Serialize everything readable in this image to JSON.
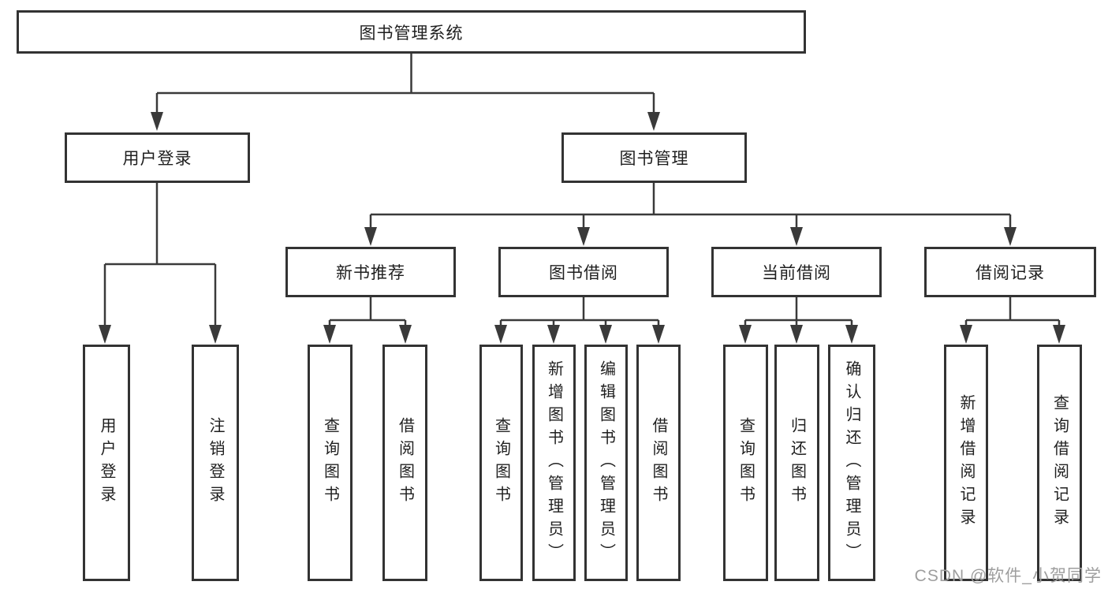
{
  "diagram": {
    "root": "图书管理系统",
    "level2": [
      {
        "label": "用户登录"
      },
      {
        "label": "图书管理"
      }
    ],
    "level3": [
      {
        "label": "新书推荐"
      },
      {
        "label": "图书借阅"
      },
      {
        "label": "当前借阅"
      },
      {
        "label": "借阅记录"
      }
    ],
    "leaves": [
      {
        "label": "用户登录"
      },
      {
        "label": "注销登录"
      },
      {
        "label": "查询图书"
      },
      {
        "label": "借阅图书"
      },
      {
        "label": "查询图书"
      },
      {
        "label": "新增图书（管理员）"
      },
      {
        "label": "编辑图书（管理员）"
      },
      {
        "label": "借阅图书"
      },
      {
        "label": "查询图书"
      },
      {
        "label": "归还图书"
      },
      {
        "label": "确认归还（管理员）"
      },
      {
        "label": "新增借阅记录"
      },
      {
        "label": "查询借阅记录"
      }
    ]
  },
  "watermark": {
    "text": "CSDN @软件_小贺同学",
    "color": "#9e9e9e"
  },
  "colors": {
    "line": "#3a3a3a",
    "box_border": "#333333",
    "text": "#1f1f1f",
    "background": "#ffffff"
  }
}
